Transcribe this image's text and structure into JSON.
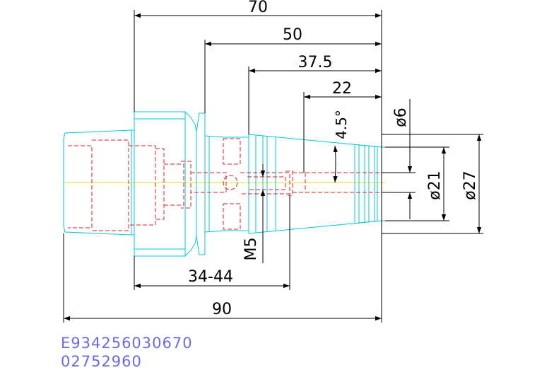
{
  "drawing": {
    "dimensions": {
      "overall_length": "70",
      "length_50": "50",
      "length_37_5": "37.5",
      "length_22": "22",
      "taper_angle": "4.5°",
      "clamp_range": "34-44",
      "total_length": "90",
      "thread": "M5",
      "dia_6": "ø6",
      "dia_21": "ø21",
      "dia_27": "ø27"
    },
    "part_code": "E934256030670",
    "order_number": "02752960",
    "colors": {
      "outline": "#00c8d8",
      "hidden": "#e02020",
      "centerline": "#e8e000",
      "dimension": "#000000",
      "code_text": "#6a6ae8"
    }
  }
}
